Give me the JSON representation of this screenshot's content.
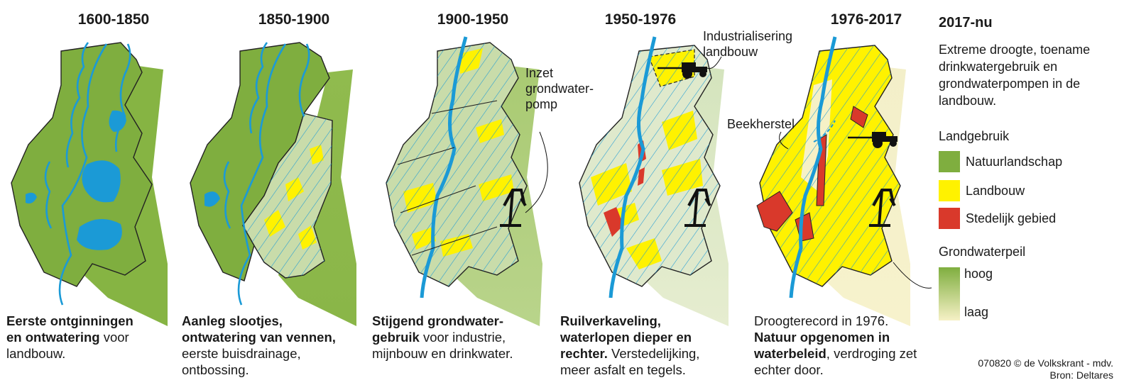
{
  "periods": [
    {
      "label": "1600-1850",
      "caption_bold": "Eerste ontginningen en ontwatering",
      "caption_rest": " voor landbouw.",
      "caption_prefix": ""
    },
    {
      "label": "1850-1900",
      "caption_bold": "Aanleg slootjes, ontwatering van vennen,",
      "caption_rest": " eerste buisdrainage, ontbossing.",
      "caption_prefix": ""
    },
    {
      "label": "1900-1950",
      "caption_bold": "Stijgend grondwater­gebruik",
      "caption_rest": " voor industrie, mijnbouw en drinkwater.",
      "caption_prefix": ""
    },
    {
      "label": "1950-1976",
      "caption_bold": "Ruilverkaveling, waterlopen dieper en rechter.",
      "caption_rest": " Verstedelijking, meer asfalt en tegels.",
      "caption_prefix": ""
    },
    {
      "label": "1976-2017",
      "caption_prefix": "Droogterecord in 1976. ",
      "caption_bold": "Natuur opgenomen in waterbeleid",
      "caption_rest": ", verdroging zet echter door."
    }
  ],
  "callouts": {
    "pump": "Inzet grondwater-pomp",
    "industry": "Industrialisering landbouw",
    "stream": "Beekherstel"
  },
  "side": {
    "title": "2017-nu",
    "text": "Extreme droogte, toename drinkwatergebruik en grondwaterpompen in de landbouw."
  },
  "legend": {
    "landuse_title": "Landgebruik",
    "landuse": [
      {
        "label": "Natuurlandschap",
        "color": "#7fae3f"
      },
      {
        "label": "Landbouw",
        "color": "#fff200"
      },
      {
        "label": "Stedelijk gebied",
        "color": "#d9392b"
      }
    ],
    "gw_title": "Grondwaterpeil",
    "gw_high": "hoog",
    "gw_low": "laag"
  },
  "colors": {
    "nature": "#7fae3f",
    "farm": "#fff200",
    "urban": "#d9392b",
    "water": "#1b9ad6",
    "shadow_high": "#9bc15a",
    "shadow_low": "#f6f1c6"
  },
  "source": {
    "line1": "070820 © de Volkskrant - mdv.",
    "line2": "Bron: Deltares"
  }
}
